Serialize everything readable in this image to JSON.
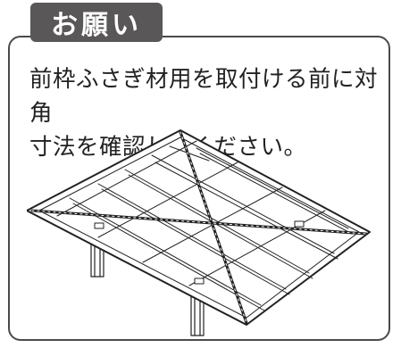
{
  "notice": {
    "tab_label": "お願い",
    "lines": [
      "前枠ふさぎ材用を取付ける前に対角",
      "寸法を確認してください。"
    ]
  }
}
